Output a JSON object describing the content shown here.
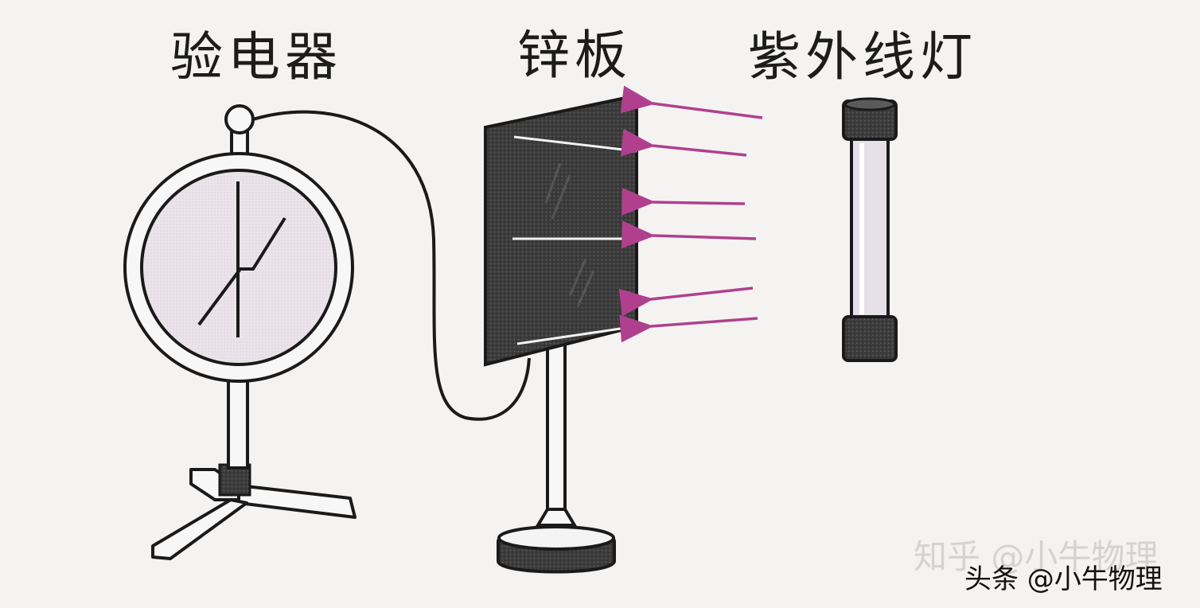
{
  "labels": {
    "electroscope": "验电器",
    "zinc_plate": "锌板",
    "uv_lamp": "紫外线灯"
  },
  "watermarks": {
    "zhihu": "知乎 @小牛物理",
    "toutiao": "头条 @小牛物理"
  },
  "colors": {
    "background": "#f4f3f2",
    "line": "#1a1a1a",
    "dial_face": "#ece4ea",
    "zinc_plate": "#3a3a3a",
    "uv_arrow": "#b0408e",
    "lamp_glass": "#e6e1e8"
  },
  "uv_ray_count": 6
}
